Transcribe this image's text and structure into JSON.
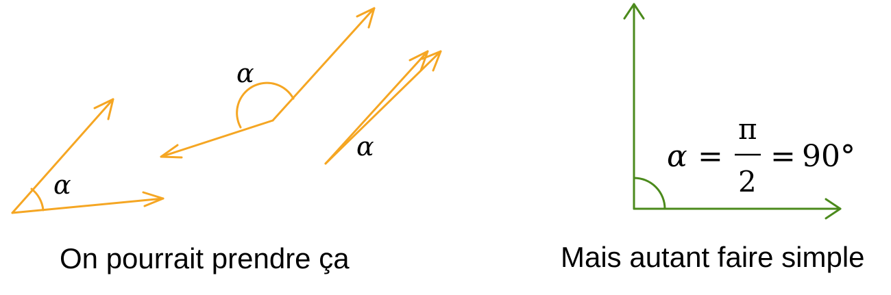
{
  "colors": {
    "orange": "#F5A623",
    "green": "#4B8A1C",
    "text": "#000000"
  },
  "labels": {
    "alpha": "α",
    "equals": "=",
    "pi": "π",
    "two": "2",
    "ninety": "90°"
  },
  "captions": {
    "left": "On pourrait prendre ça",
    "right": "Mais autant faire simple"
  }
}
